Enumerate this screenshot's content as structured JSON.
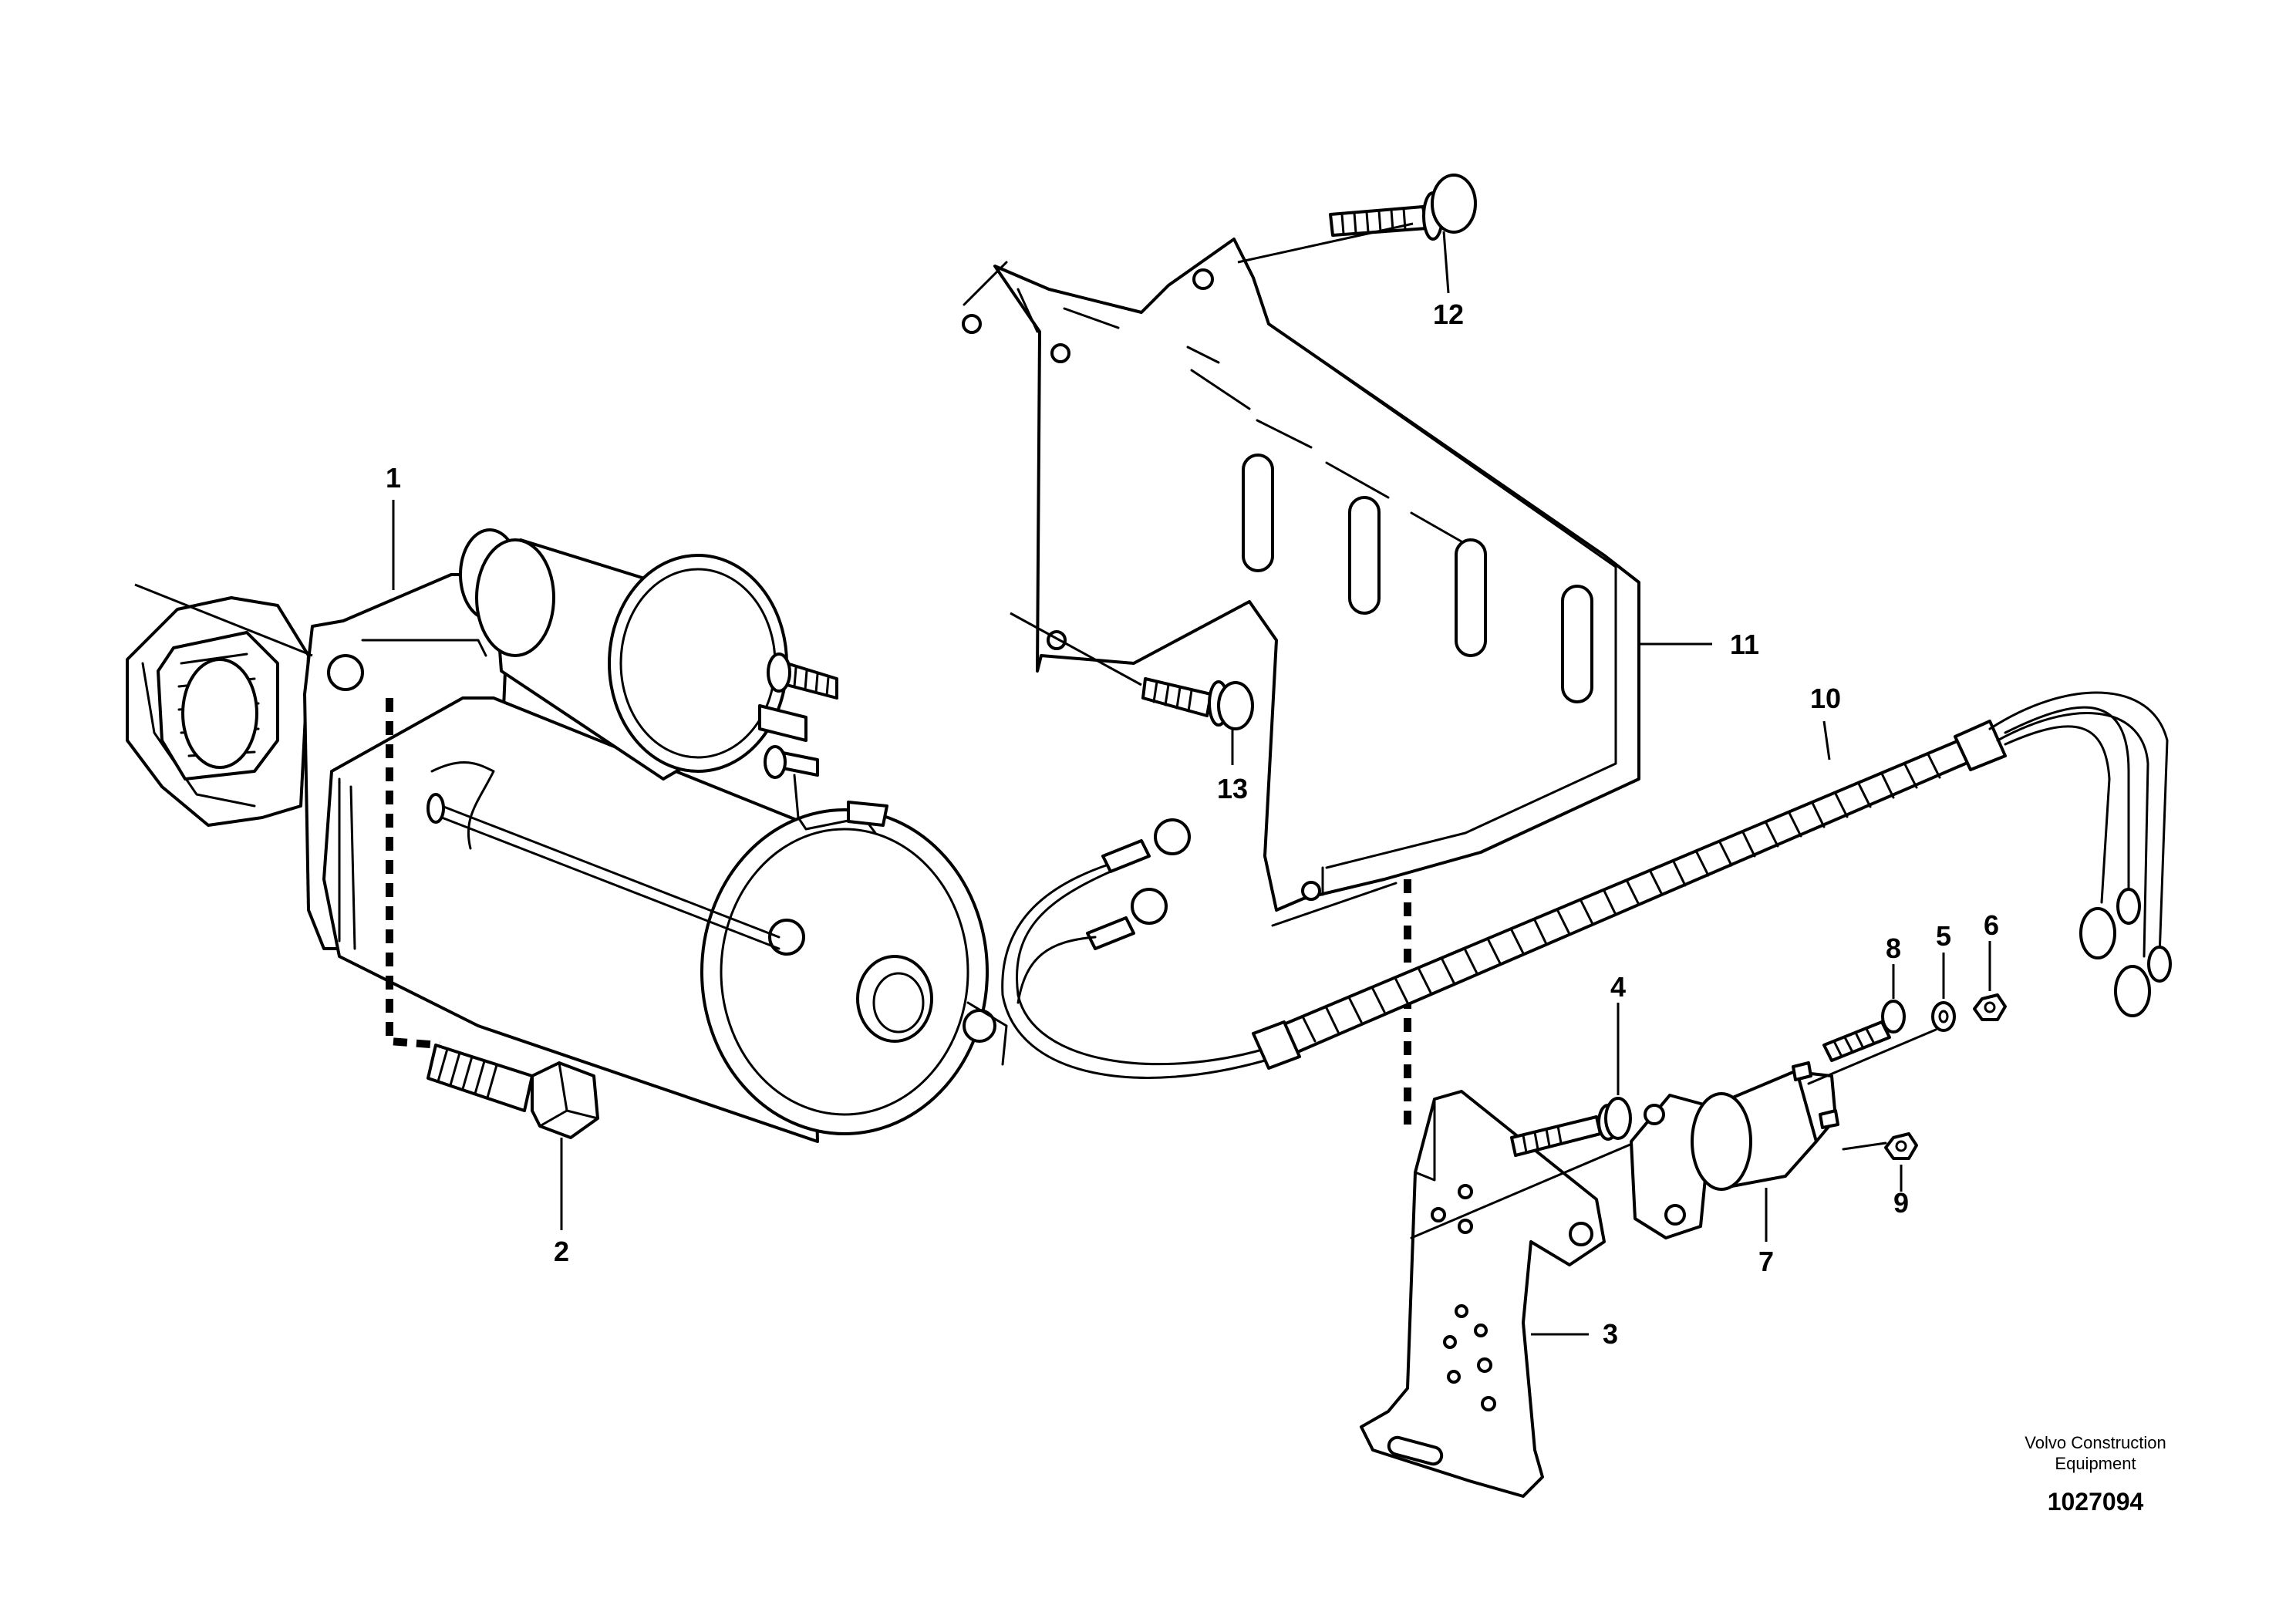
{
  "callouts": {
    "c1": "1",
    "c2": "2",
    "c3": "3",
    "c4": "4",
    "c5": "5",
    "c6": "6",
    "c7": "7",
    "c8": "8",
    "c9": "9",
    "c10": "10",
    "c11": "11",
    "c12": "12",
    "c13": "13"
  },
  "footer": {
    "brand_line1": "Volvo Construction",
    "brand_line2": "Equipment",
    "doc_number": "1027094"
  }
}
